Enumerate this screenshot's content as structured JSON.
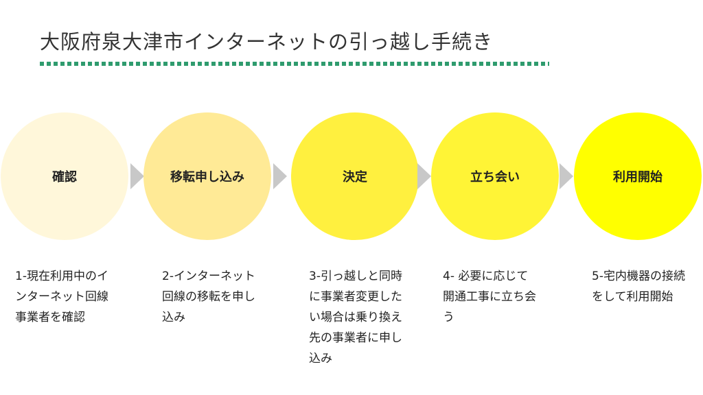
{
  "title": "大阪府泉大津市インターネットの引っ越し手続き",
  "colors": {
    "accent": "#2f9b6e",
    "arrow": "#c8c8c8"
  },
  "steps": [
    {
      "label": "確認",
      "color": "#fff7da",
      "desc": "1-現在利用中のインターネット回線事業者を確認"
    },
    {
      "label": "移転申し込み",
      "color": "#ffea96",
      "desc": "2-インターネット回線の移転を申し込み"
    },
    {
      "label": "決定",
      "color": "#fff03f",
      "desc": "3-引っ越しと同時に事業者変更したい場合は乗り換え先の事業者に申し込み"
    },
    {
      "label": "立ち会い",
      "color": "#fff436",
      "desc": "4- 必要に応じて開通工事に立ち会う"
    },
    {
      "label": "利用開始",
      "color": "#ffff00",
      "desc": "5-宅内機器の接続をして利用開始"
    }
  ]
}
